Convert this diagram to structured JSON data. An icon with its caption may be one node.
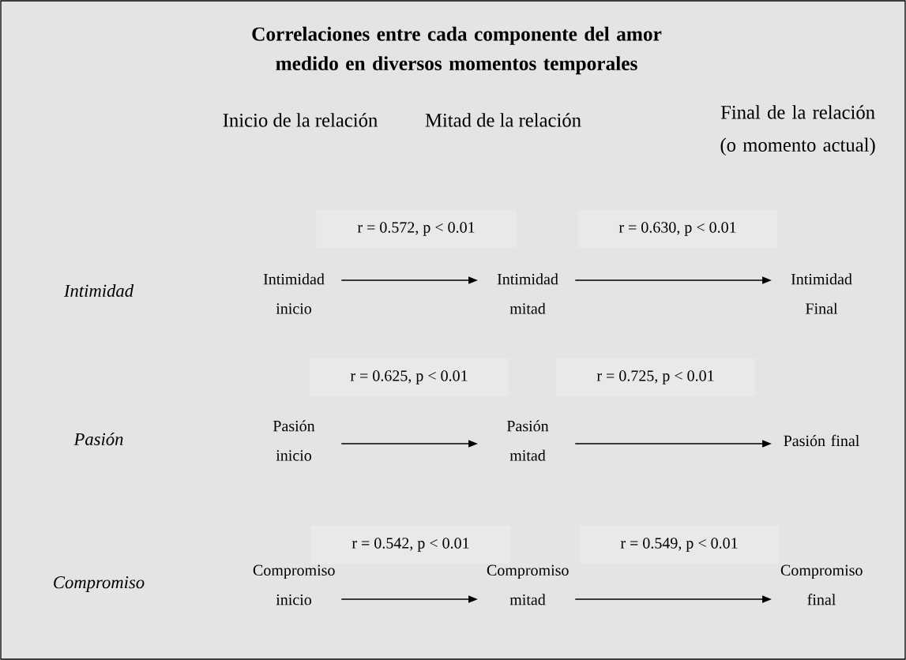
{
  "diagram": {
    "title": "Correlaciones entre cada componente del amor medido en diversos momentos temporales",
    "nodes": [
      {
        "text": [
          "Intimidad inicio"
        ]
      },
      {
        "text": [
          "Intimidad mitad"
        ]
      },
      {
        "text": [
          "Intimidad Final"
        ]
      },
      {
        "text": [
          "Pasión inicio"
        ]
      },
      {
        "text": [
          "Pasión mitad"
        ]
      },
      {
        "text": [
          "Pasión final"
        ]
      },
      {
        "text": [
          "Compromiso inicio"
        ]
      },
      {
        "text": [
          "Compromiso mitad"
        ]
      },
      {
        "text": [
          "Compromiso final"
        ]
      }
    ],
    "edges": [
      {
        "from": 0,
        "to": 1,
        "arrow": "to",
        "label": "r = 0.572, p < 0.01"
      },
      {
        "from": 1,
        "to": 2,
        "arrow": "to",
        "label": "r = 0.630, p < 0.01"
      },
      {
        "from": 3,
        "to": 4,
        "arrow": "to",
        "label": "r = 0.625, p < 0.01"
      },
      {
        "from": 4,
        "to": 5,
        "arrow": "to",
        "label": "r = 0.725, p < 0.01"
      },
      {
        "from": 6,
        "to": 7,
        "arrow": "to",
        "label": "r = 0.542, p < 0.01"
      },
      {
        "from": 7,
        "to": 8,
        "arrow": "to",
        "label": "r = 0.549, p < 0.01"
      }
    ],
    "labels": [
      "Inicio de la relación",
      "Mitad de la relación",
      "Final de la relación (o momento actual)",
      "Intimidad",
      "Pasión",
      "Compromiso"
    ]
  }
}
